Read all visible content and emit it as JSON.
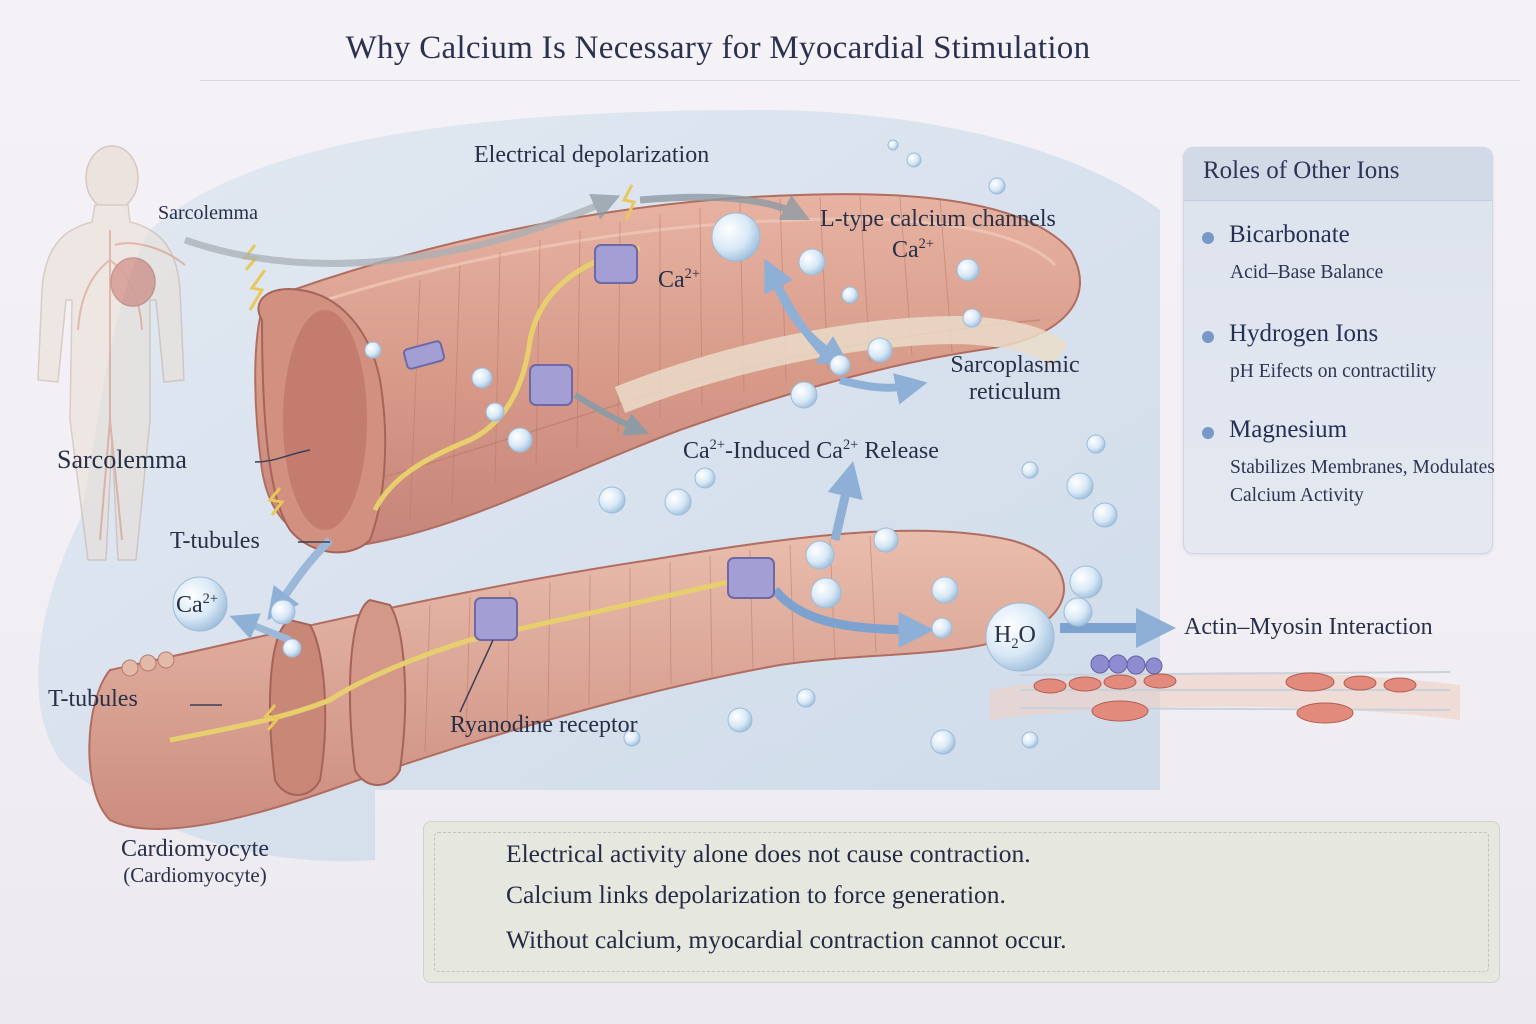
{
  "title": "Why Calcium Is Necessary for Myocardial Stimulation",
  "labels": {
    "electrical_depolarization": "Electrical depolarization",
    "sarcolemma_top": "Sarcolemma",
    "l_type_channels": "L-type calcium channels",
    "ca_ion": "Ca",
    "ca_charge": "2+",
    "sarcoplasmic_line1": "Sarcoplasmic",
    "sarcoplasmic_line2": "reticulum",
    "cicr_prefix": "-Induced Ca",
    "cicr_suffix": " Release",
    "sarcolemma_main": "Sarcolemma",
    "t_tubules_upper": "T-tubules",
    "t_tubules_lower": "T-tubules",
    "ryanodine": "Ryanodine receptor",
    "water_h": "H",
    "water_sub": "2",
    "water_o": "O",
    "actin_myosin": "Actin–Myosin Interaction",
    "cardiomyocyte": "Cardiomyocyte",
    "cardiomyocyte_paren": "(Cardiomyocyte)"
  },
  "ions_panel": {
    "title": "Roles of Other Ions",
    "items": [
      {
        "name": "Bicarbonate",
        "desc": "Acid–Base Balance"
      },
      {
        "name": "Hydrogen Ions",
        "desc": "pH Eifects on contractility"
      },
      {
        "name": "Magnesium",
        "desc": "Stabilizes Membranes, Modulates Calcium Activity"
      }
    ]
  },
  "summary": [
    "Electrical activity alone does not cause contraction.",
    "Calcium links depolarization to force generation.",
    "Without calcium, myocardial contraction cannot occur."
  ],
  "colors": {
    "muscle": "#d99c8c",
    "muscle_dark": "#b56f64",
    "nerve": "#e8cf6e",
    "channel": "#9d98cf",
    "arrow": "#8fb0d6",
    "panel_dot": "#7898c8"
  }
}
